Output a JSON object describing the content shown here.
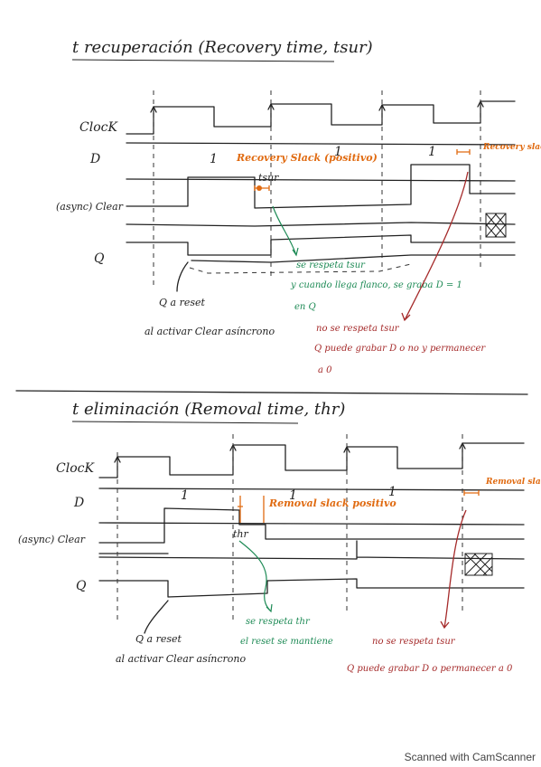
{
  "top": {
    "title": "t recuperación (Recovery time, tsur)",
    "signals": {
      "clock": "ClocK",
      "d": "D",
      "clear": "(async) Clear",
      "q": "Q"
    },
    "d_one": "1",
    "orange_label": "Recovery Slack (positivo)",
    "tsur_label": "tsur",
    "orange_label_right": "Recovery slack (negativo)",
    "green_note": [
      "se respeta tsur",
      "y cuando llega flanco, se graba D = 1",
      "en Q"
    ],
    "black_note": [
      "Q a reset",
      "al activar Clear asíncrono"
    ],
    "red_note": [
      "no se respeta tsur",
      "Q puede grabar D o no y permanecer",
      "a 0"
    ]
  },
  "bottom": {
    "title": "t eliminación (Removal time, thr)",
    "signals": {
      "clock": "ClocK",
      "d": "D",
      "clear": "(async) Clear",
      "q": "Q"
    },
    "d_one": "1",
    "orange_label": "Removal slack positivo",
    "thr_label": "thr",
    "orange_label_right": "Removal slack negativo",
    "green_note": [
      "se respeta thr",
      "el reset se mantiene"
    ],
    "black_note": [
      "Q a reset",
      "al activar Clear asíncrono"
    ],
    "red_note": [
      "no se respeta tsur",
      "Q puede grabar D o permanecer a 0"
    ]
  },
  "footer": "Scanned with CamScanner"
}
